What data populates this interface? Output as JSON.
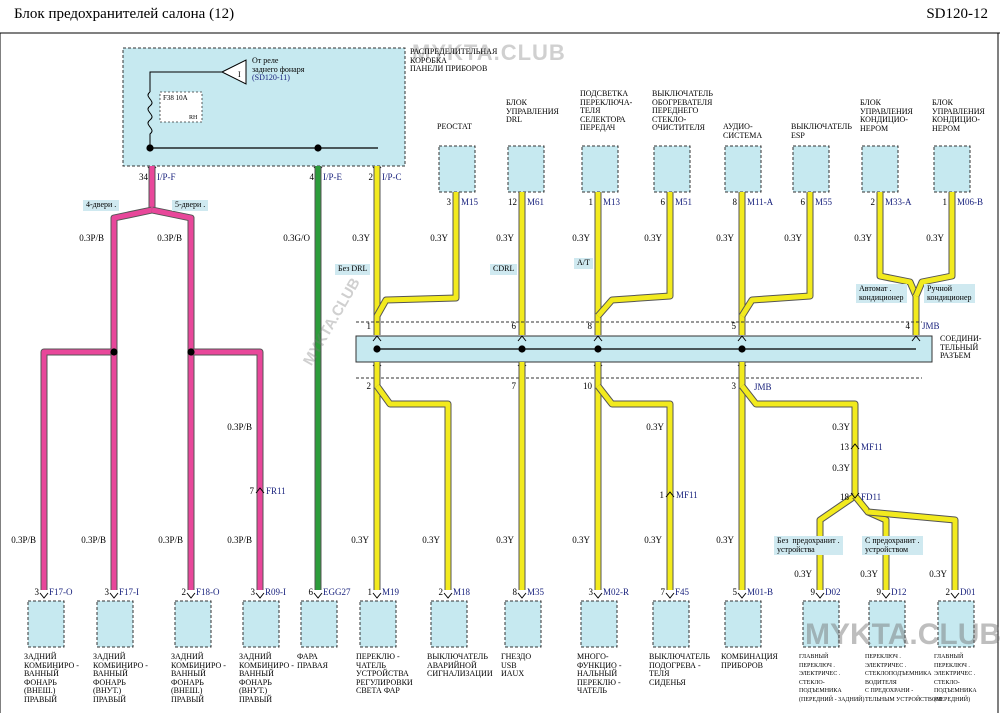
{
  "header": {
    "title": "Блок  предохранителей    салона (12)",
    "code": "SD120-12"
  },
  "watermarks": [
    "MYKTA.CLUB",
    "MYKTA.CLUB",
    "MYKTA.CLUB"
  ],
  "junction_box": {
    "label": "РАСПРЕДЕЛИТЕЛЬНАЯ\nКОРОБКА\nПАНЕЛИ ПРИБОРОВ",
    "relay_text": "От реле\nзаднего фонаря",
    "relay_ref": "(SD120-11)",
    "relay_symbol": "I",
    "fuse": "F38  10A",
    "fuse_sub": "RH"
  },
  "jb_pins": [
    {
      "num": "34",
      "name": "I/P-F"
    },
    {
      "num": "4",
      "name": "I/P-E"
    },
    {
      "num": "2",
      "name": "I/P-C"
    }
  ],
  "top_components": [
    {
      "label": "РЕОСТАТ",
      "pin": "3",
      "conn": "M15",
      "wire": "0.3Y"
    },
    {
      "label": "БЛОК\nУПРАВЛЕНИЯ\nDRL",
      "pin": "12",
      "conn": "M61",
      "wire": "0.3Y"
    },
    {
      "label": "ПОДСВЕТКА\nПЕРЕКЛЮЧА-\nТЕЛЯ\nСЕЛЕКТОРА\nПЕРЕДАЧ",
      "pin": "1",
      "conn": "M13",
      "wire": "0.3Y"
    },
    {
      "label": "ВЫКЛЮЧАТЕЛЬ\nОБОГРЕВАТЕЛЯ\nПЕРЕДНЕГО\nСТЕКЛО-\nОЧИСТИТЕЛЯ",
      "pin": "6",
      "conn": "M51",
      "wire": "0.3Y"
    },
    {
      "label": "АУДИО-\nСИСТЕМА",
      "pin": "8",
      "conn": "M11-A",
      "wire": "0.3Y"
    },
    {
      "label": "ВЫКЛЮЧАТЕЛЬ\nESP",
      "pin": "6",
      "conn": "M55",
      "wire": "0.3Y"
    },
    {
      "label": "БЛОК\nУПРАВЛЕНИЯ\nКОНДИЦИО-\nНЕРОМ",
      "pin": "2",
      "conn": "M33-A",
      "wire": "0.3Y"
    },
    {
      "label": "БЛОК\nУПРАВЛЕНИЯ\nКОНДИЦИО-\nНЕРОМ",
      "pin": "1",
      "conn": "M06-B",
      "wire": "0.3Y"
    }
  ],
  "variants": {
    "no_drl": "Без DRL",
    "cdrl": "CDRL",
    "at": "A/T",
    "auto_ac": "Автомат .\nкондиционер",
    "manual_ac": "Ручной\nкондиционер",
    "doors4": "4-двери .",
    "doors5": "5-двери .",
    "no_lock": "Без  предохранит .\nустройства",
    "with_lock": "С предохранит .\nустройством"
  },
  "joint": {
    "label": "СОЕДИНИ-\nТЕЛЬНЫЙ\nРАЗЪЕМ",
    "name": "JMB",
    "top_pins": [
      "1",
      "6",
      "8",
      "5",
      "4"
    ],
    "bottom_pins": [
      "2",
      "7",
      "10",
      "3"
    ]
  },
  "intermediate": [
    {
      "pin": "7",
      "conn": "FR11",
      "wire": "0.3P/B"
    },
    {
      "pin": "1",
      "conn": "MF11",
      "wire": "0.3Y"
    },
    {
      "pin": "13",
      "conn": "MF11",
      "wire": "0.3Y"
    },
    {
      "pin": "18",
      "conn": "FD11",
      "wire": "0.3Y"
    }
  ],
  "left_wires": {
    "f": "0.3P/B",
    "e": "0.3G/O",
    "c": "0.3Y"
  },
  "bottom_components": [
    {
      "label": "ЗАДНИЙ\nКОМБИНИРО -\nВАННЫЙ\nФОНАРЬ\n(ВНЕШ.)\nПРАВЫЙ",
      "pin": "3",
      "conn": "F17-O",
      "wire": "0.3P/B"
    },
    {
      "label": "ЗАДНИЙ\nКОМБИНИРО -\nВАННЫЙ\nФОНАРЬ\n(ВНУТ.)\nПРАВЫЙ",
      "pin": "3",
      "conn": "F17-I",
      "wire": "0.3P/B"
    },
    {
      "label": "ЗАДНИЙ\nКОМБИНИРО -\nВАННЫЙ\nФОНАРЬ\n(ВНЕШ.)\nПРАВЫЙ",
      "pin": "2",
      "conn": "F18-O",
      "wire": "0.3P/B"
    },
    {
      "label": "ЗАДНИЙ\nКОМБИНИРО -\nВАННЫЙ\nФОНАРЬ\n(ВНУТ.)\nПРАВЫЙ",
      "pin": "3",
      "conn": "R09-I",
      "wire": "0.3P/B"
    },
    {
      "label": "ФАРА\nПРАВАЯ",
      "pin": "6",
      "conn": "EGG27",
      "wire": ""
    },
    {
      "label": "ПЕРЕКЛЮ -\nЧАТЕЛЬ\nУСТРОЙСТВА\nРЕГУЛИРОВКИ\nСВЕТА ФАР",
      "pin": "1",
      "conn": "M19",
      "wire": "0.3Y"
    },
    {
      "label": "ВЫКЛЮЧАТЕЛЬ\nАВАРИЙНОЙ\nСИГНАЛИЗАЦИИ",
      "pin": "2",
      "conn": "M18",
      "wire": "0.3Y"
    },
    {
      "label": "ГНЕЗДО\nUSB\nИAUX",
      "pin": "8",
      "conn": "M35",
      "wire": "0.3Y"
    },
    {
      "label": "МНОГО-\nФУНКЦИО -\nНАЛЬНЫЙ\nПЕРЕКЛЮ -\nЧАТЕЛЬ",
      "pin": "3",
      "conn": "M02-R",
      "wire": "0.3Y"
    },
    {
      "label": "ВЫКЛЮЧАТЕЛЬ\nПОДОГРЕВА -\nТЕЛЯ\nСИДЕНЬЯ",
      "pin": "7",
      "conn": "F45",
      "wire": "0.3Y"
    },
    {
      "label": "КОМБИНАЦИЯ\nПРИБОРОВ",
      "pin": "5",
      "conn": "M01-B",
      "wire": "0.3Y"
    },
    {
      "label": "ГЛАВНЫЙ\nПЕРЕКЛЮЧ .\nЭЛЕКТРИЧЕС .\nСТЕКЛО-\nПОДЪЕМНИКА\n(ПЕРЕДНИЙ - ЗАДНИЙ)",
      "pin": "9",
      "conn": "D02",
      "wire": "0.3Y"
    },
    {
      "label": "ПЕРЕКЛЮЧ .\nЭЛЕКТРИЧЕС .\nСТЕКЛОПОДЪЕМНИКА\nВОДИТЕЛЯ\nС ПРЕДОХРАНИ -\nТЕЛЬНЫМ УСТРОЙСТВОМ",
      "pin": "9",
      "conn": "D12",
      "wire": "0.3Y"
    },
    {
      "label": "ГЛАВНЫЙ\nПЕРЕКЛЮЧ .\nЭЛЕКТРИЧЕС .\nСТЕКЛО-\nПОДЪЕМНИКА\n(ПЕРЕДНИЙ)",
      "pin": "2",
      "conn": "D01",
      "wire": "0.3Y"
    }
  ],
  "colors": {
    "yellow": "#f2ea1e",
    "pink": "#e8479a",
    "green": "#2c9c3a",
    "box": "#c6e9f0",
    "label_bg": "#cfe9f0",
    "ref": "#1a237e"
  }
}
